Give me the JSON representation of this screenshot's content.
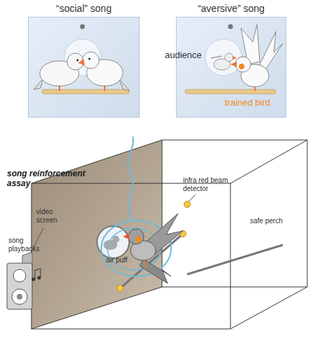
{
  "diagram": {
    "nodes": [
      {
        "text": [
          "“social” song"
        ]
      },
      {
        "text": [
          "“aversive” song"
        ]
      }
    ],
    "labels": [
      "audience",
      "trained bird",
      "song reinforcement assay",
      "video screen",
      "infra red beam detector",
      "song playbacks",
      "air puff",
      "safe perch"
    ]
  }
}
